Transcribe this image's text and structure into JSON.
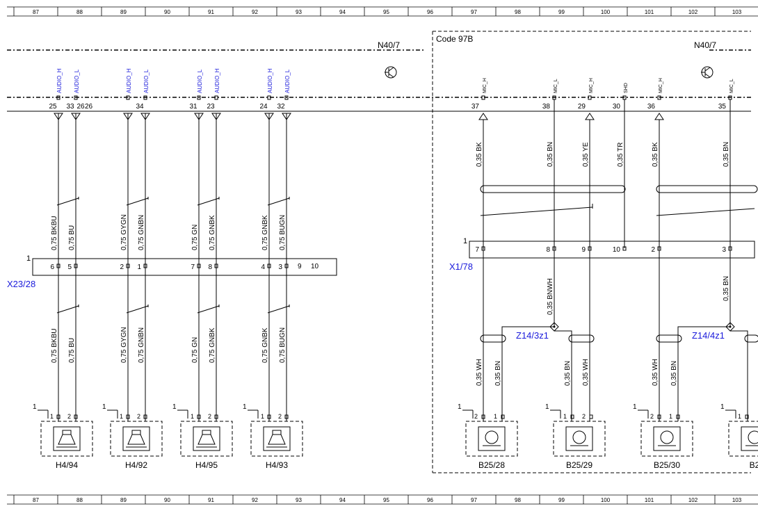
{
  "ruler": {
    "columns": [
      "87",
      "88",
      "89",
      "90",
      "91",
      "92",
      "93",
      "94",
      "95",
      "96",
      "97",
      "98",
      "99",
      "100",
      "101",
      "102",
      "103"
    ]
  },
  "module": {
    "name": "N40/7",
    "code_label": "Code 97B"
  },
  "connectors": {
    "x23": "X23/28",
    "x1": "X1/78",
    "z14_3": "Z14/3z1",
    "z14_4": "Z14/4z1",
    "box_marker": "1"
  },
  "left_pins": [
    {
      "pin": "25",
      "signal": "AUDIO_H",
      "upper": "0,75 BKBU",
      "mid": "6",
      "lower": "0,75 BKBU",
      "dev": "1"
    },
    {
      "pin": "33",
      "signal": "AUDIO_L",
      "upper": "0,75 BU",
      "mid": "5",
      "lower": "0,75 BU",
      "dev": "2"
    },
    {
      "pin": "26",
      "signal": "",
      "upper": "",
      "mid": "",
      "lower": "",
      "dev": ""
    },
    {
      "pin": "",
      "signal": "AUDIO_H",
      "upper": "0,75 GYGN",
      "mid": "2",
      "lower": "0,75 GYGN",
      "dev": "1"
    },
    {
      "pin": "34",
      "signal": "AUDIO_L",
      "upper": "0,75 GNBN",
      "mid": "1",
      "lower": "0,75 GNBN",
      "dev": "2"
    },
    {
      "pin": "31",
      "signal": "AUDIO_L",
      "upper": "0,75 GN",
      "mid": "7",
      "lower": "0,75 GN",
      "dev": "1"
    },
    {
      "pin": "23",
      "signal": "AUDIO_H",
      "upper": "0,75 GNBK",
      "mid": "8",
      "lower": "0,75 GNBK",
      "dev": "2"
    },
    {
      "pin": "24",
      "signal": "AUDIO_H",
      "upper": "0,75 GNBK",
      "mid": "4",
      "lower": "0,75 GNBK",
      "dev": "1"
    },
    {
      "pin": "32",
      "signal": "AUDIO_L",
      "upper": "0,75 BUGN",
      "mid": "3",
      "lower": "0,75 BUGN",
      "dev": "2"
    }
  ],
  "x23_extra_pins": [
    "9",
    "10"
  ],
  "speakers": [
    "H4/94",
    "H4/92",
    "H4/95",
    "H4/93"
  ],
  "right_pins": [
    {
      "pin": "37",
      "signal": "MIC_H",
      "upper": "0,35 BK",
      "x1pin": "7"
    },
    {
      "pin": "38",
      "signal": "MIC_L",
      "upper": "0,35 BN",
      "x1pin": "8"
    },
    {
      "pin": "29",
      "signal": "MIC_H",
      "upper": "0,35 YE",
      "x1pin": "9"
    },
    {
      "pin": "30",
      "signal": "SHD",
      "upper": "0,35 TR",
      "x1pin": "10"
    },
    {
      "pin": "36",
      "signal": "MIC_H",
      "upper": "0,35 BK",
      "x1pin": "2"
    },
    {
      "pin": "35",
      "signal": "MIC_L",
      "upper": "0,35 BN",
      "x1pin": "3"
    }
  ],
  "right_mid_wires": [
    "0,35 BNWH",
    "0,35 BN"
  ],
  "right_lower_wires": [
    "0,35 WH",
    "0,35 BN",
    "0,35 BN",
    "0,35 WH",
    "0,35 WH",
    "0,35 BN"
  ],
  "mics": [
    {
      "name": "B25/28",
      "pins": [
        "2",
        "1"
      ]
    },
    {
      "name": "B25/29",
      "pins": [
        "1",
        "2"
      ]
    },
    {
      "name": "B25/30",
      "pins": [
        "2",
        "1"
      ]
    },
    {
      "name": "B2",
      "pins": [
        "1"
      ]
    }
  ]
}
